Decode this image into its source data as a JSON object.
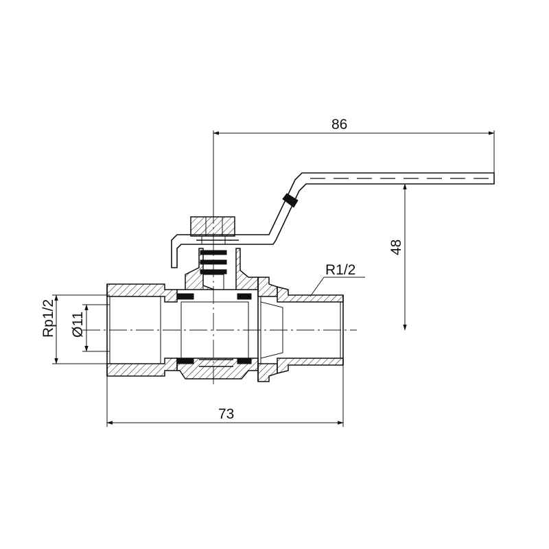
{
  "drawing": {
    "dimensions": {
      "handle_length": "86",
      "handle_height": "48",
      "body_length": "73",
      "thread_female": "Rp1/2",
      "bore_diameter": "Ø11",
      "thread_male": "R1/2"
    }
  }
}
